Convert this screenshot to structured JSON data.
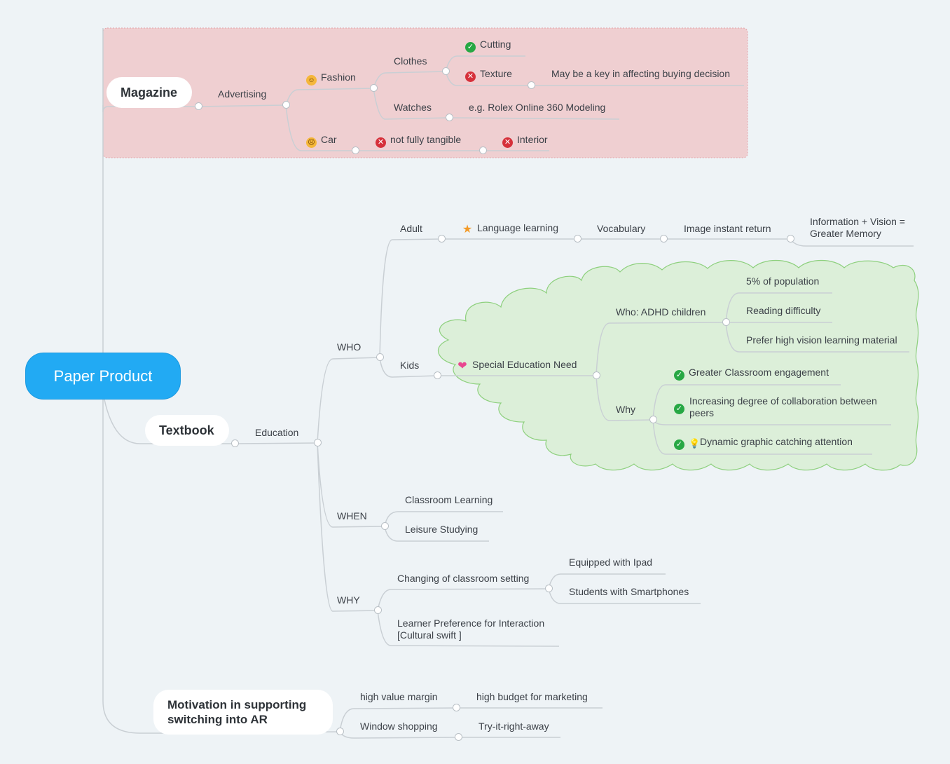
{
  "central": {
    "label": "Paper Product"
  },
  "magazine": {
    "title": "Magazine",
    "advertising": "Advertising",
    "fashion": "Fashion",
    "fashion_icon": "smile-icon",
    "clothes": "Clothes",
    "cutting": "Cutting",
    "texture": "Texture",
    "texture_note": "May be a key in affecting buying decision",
    "watches": "Watches",
    "watches_note": "e.g. Rolex Online 360 Modeling",
    "car": "Car",
    "car_icon": "sad-icon",
    "not_tangible": "not fully tangible",
    "interior": "Interior"
  },
  "textbook": {
    "title": "Textbook",
    "education": "Education",
    "who": "WHO",
    "adult": "Adult",
    "language_learning": "Language learning",
    "vocabulary": "Vocabulary",
    "image_return": "Image instant return",
    "info_vision": "Information + Vision = Greater Memory",
    "kids": "Kids",
    "special_need": "Special Education Need",
    "who_adhd": "Who: ADHD children",
    "population": "5% of population",
    "reading": "Reading difficulty",
    "prefer_vision": "Prefer high vision learning material",
    "why_kids": "Why",
    "engagement": "Greater Classroom engagement",
    "collaboration": "Increasing degree of collaboration between peers",
    "dynamic": "Dynamic graphic catching attention",
    "when": "WHEN",
    "classroom_learning": "Classroom Learning",
    "leisure": "Leisure Studying",
    "why": "WHY",
    "changing": "Changing of classroom setting",
    "ipad": "Equipped with Ipad",
    "smartphones": "Students with Smartphones",
    "learner_pref": "Learner Preference for Interaction [Cultural swift ]"
  },
  "motivation": {
    "title": "Motivation in supporting switching into AR",
    "high_value": "high value margin",
    "high_budget": "high budget for marketing",
    "window": "Window shopping",
    "try": "Try-it-right-away"
  },
  "colors": {
    "central_fill": "#22aaf3",
    "magazine_boundary": "#efcfd1",
    "kids_cloud": "#dcefd9",
    "line": "#c9cfd4",
    "check": "#27a844",
    "cross": "#d6303a"
  }
}
